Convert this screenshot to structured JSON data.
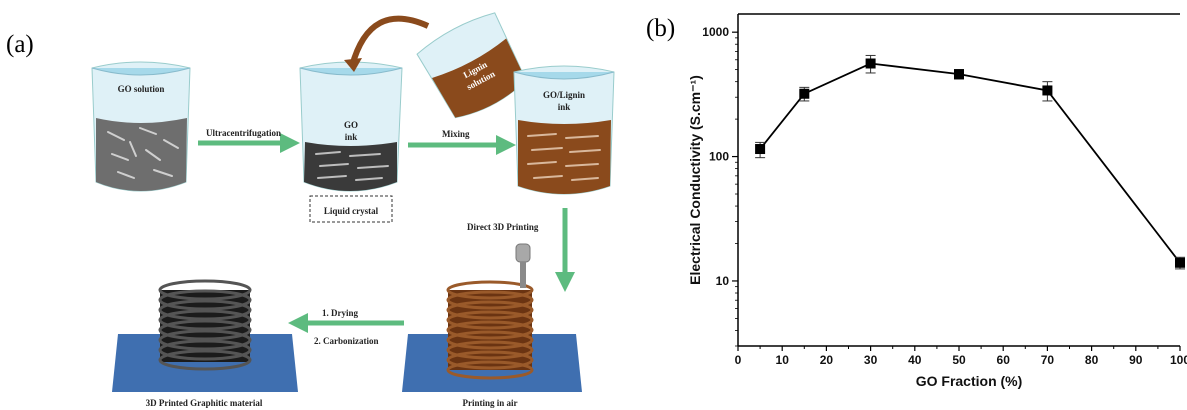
{
  "panel_a": {
    "label": "(a)",
    "beakers": {
      "go_solution": "GO solution",
      "go_ink_line1": "GO",
      "go_ink_line2": "ink",
      "lignin_line1": "Lignin",
      "lignin_line2": "solution",
      "go_lignin_line1": "GO/Lignin",
      "go_lignin_line2": "ink"
    },
    "steps": {
      "ultracentrifugation": "Ultracentrifugation",
      "mixing": "Mixing",
      "direct_3d_printing": "Direct 3D Printing",
      "drying": "1. Drying",
      "carbonization": "2. Carbonization"
    },
    "captions": {
      "liquid_crystal": "Liquid crystal",
      "printed_material": "3D Printed Graphitic material",
      "printing_in_air": "Printing in air"
    },
    "colors": {
      "beaker_water": "#bfe3ef",
      "go_liquid": "#6e6e6e",
      "go_ink_liquid": "#3a3a3a",
      "lignin_brown": "#8a4a1c",
      "arrow_green": "#5dbb7f",
      "base_blue": "#3f6fb0"
    }
  },
  "panel_b": {
    "label": "(b)",
    "chart_data": {
      "type": "line",
      "xlabel": "GO Fraction (%)",
      "ylabel": "Electrical Conductivity (S.cm⁻¹)",
      "y_scale": "log",
      "xlim": [
        0,
        100
      ],
      "ylim": [
        3,
        1400
      ],
      "x_ticks": [
        0,
        10,
        20,
        30,
        40,
        50,
        60,
        70,
        80,
        90,
        100
      ],
      "x_tick_labels": [
        "0",
        "10",
        "20",
        "30",
        "40",
        "50",
        "60",
        "70",
        "80",
        "90",
        "100"
      ],
      "y_ticks": [
        10,
        100,
        1000
      ],
      "y_tick_labels": [
        "10",
        "100",
        "1000"
      ],
      "x": [
        5,
        15,
        30,
        50,
        70,
        100
      ],
      "y": [
        115,
        320,
        560,
        460,
        340,
        14
      ],
      "err_low": [
        98,
        280,
        470,
        420,
        280,
        12.5
      ],
      "err_high": [
        130,
        360,
        650,
        500,
        400,
        15.5
      ],
      "marker": "square",
      "color": "#000000",
      "grid": false
    }
  }
}
